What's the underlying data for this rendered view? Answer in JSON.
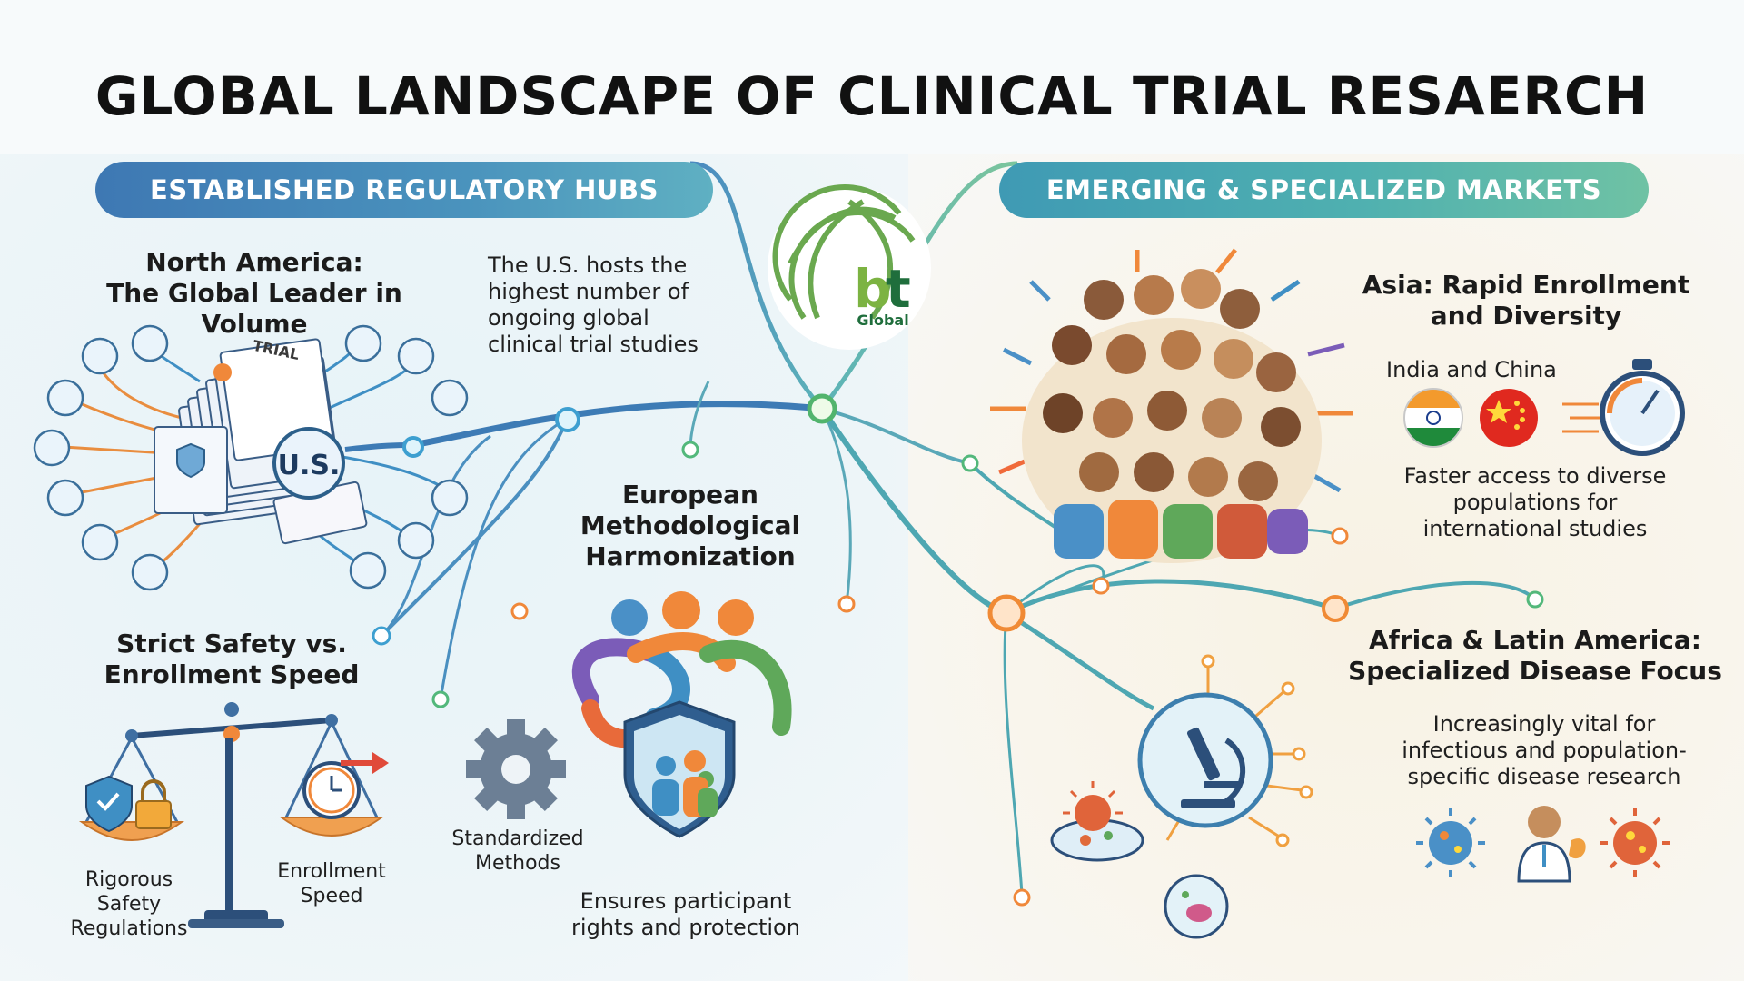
{
  "title": "GLOBAL LANDSCAPE OF CLINICAL TRIAL RESAERCH",
  "left_banner": "ESTABLISHED REGULATORY HUBS",
  "right_banner": "EMERGING & SPECIALIZED MARKETS",
  "logo": {
    "mark": "bt",
    "sub": "Global"
  },
  "north_america": {
    "heading_line1": "North America:",
    "heading_line2": "The Global Leader in Volume",
    "desc_line1": "The U.S. hosts the",
    "desc_line2": "highest number of",
    "desc_line3": "ongoing global",
    "desc_line4": "clinical trial studies",
    "badge": "U.S.",
    "doc_label": "TRIAL"
  },
  "europe": {
    "heading_line1": "European",
    "heading_line2": "Methodological",
    "heading_line3": "Harmonization",
    "label_methods_1": "Standardized",
    "label_methods_2": "Methods",
    "desc_line1": "Ensures participant",
    "desc_line2": "rights and protection"
  },
  "safety": {
    "heading_line1": "Strict Safety vs.",
    "heading_line2": "Enrollment Speed",
    "left_label_1": "Rigorous",
    "left_label_2": "Safety",
    "left_label_3": "Regulations",
    "right_label_1": "Enrollment",
    "right_label_2": "Speed"
  },
  "asia": {
    "heading_line1": "Asia: Rapid Enrollment",
    "heading_line2": "and Diversity",
    "countries": "India and China",
    "desc_line1": "Faster access to diverse",
    "desc_line2": "populations for",
    "desc_line3": "international studies"
  },
  "africa": {
    "heading_line1": "Africa & Latin America:",
    "heading_line2": "Specialized Disease Focus",
    "desc_line1": "Increasingly vital for",
    "desc_line2": "infectious and population-",
    "desc_line3": "specific disease research"
  },
  "colors": {
    "blue": "#3e78b3",
    "teal": "#4fb0b0",
    "orange": "#f0883a",
    "green": "#6ab04c"
  }
}
